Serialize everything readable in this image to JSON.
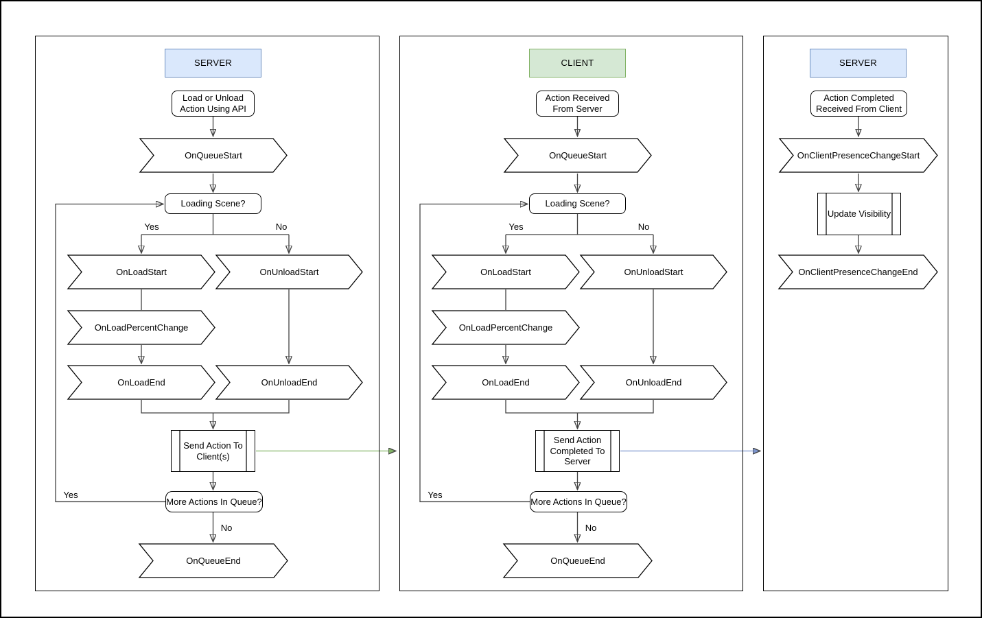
{
  "colors": {
    "server_fill": "#dae8fc",
    "server_border": "#6c8ebf",
    "client_fill": "#d5e8d4",
    "client_border": "#82b366",
    "green_arrow": "#82b366",
    "blue_arrow": "#7d95cd"
  },
  "labels": {
    "yes": "Yes",
    "no": "No"
  },
  "server_flow": {
    "header": "SERVER",
    "start": "Load or Unload Action Using API",
    "on_queue_start": "OnQueueStart",
    "loading_scene": "Loading Scene?",
    "on_load_start": "OnLoadStart",
    "on_unload_start": "OnUnloadStart",
    "on_load_percent_change": "OnLoadPercentChange",
    "on_load_end": "OnLoadEnd",
    "on_unload_end": "OnUnloadEnd",
    "send_action": "Send Action To Client(s)",
    "more_actions": "More Actions In Queue?",
    "on_queue_end": "OnQueueEnd"
  },
  "client_flow": {
    "header": "CLIENT",
    "start": "Action Received From Server",
    "on_queue_start": "OnQueueStart",
    "loading_scene": "Loading Scene?",
    "on_load_start": "OnLoadStart",
    "on_unload_start": "OnUnloadStart",
    "on_load_percent_change": "OnLoadPercentChange",
    "on_load_end": "OnLoadEnd",
    "on_unload_end": "OnUnloadEnd",
    "send_action": "Send Action Completed To Server",
    "more_actions": "More Actions In Queue?",
    "on_queue_end": "OnQueueEnd"
  },
  "server_result_flow": {
    "header": "SERVER",
    "start": "Action Completed Received From Client",
    "on_client_presence_change_start": "OnClientPresenceChangeStart",
    "update_visibility": "Update Visibility",
    "on_client_presence_change_end": "OnClientPresenceChangeEnd"
  }
}
